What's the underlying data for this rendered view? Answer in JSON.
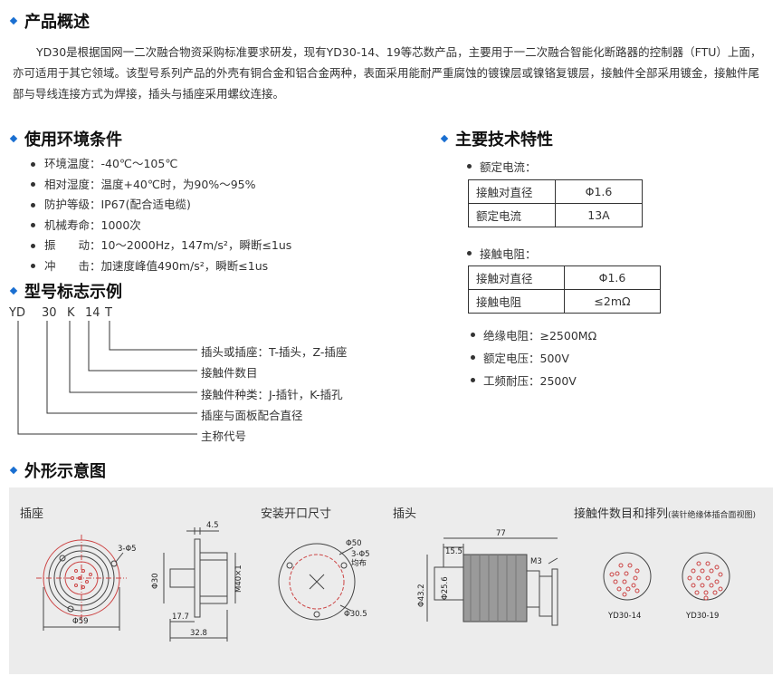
{
  "sections": {
    "overview": "产品概述",
    "environment": "使用环境条件",
    "model": "型号标志示例",
    "tech": "主要技术特性",
    "drawing": "外形示意图"
  },
  "intro": "YD30是根据国网一二次融合物资采购标准要求研发，现有YD30-14、19等芯数产品，主要用于一二次融合智能化断路器的控制器（FTU）上面，亦可适用于其它领域。该型号系列产品的外壳有铜合金和铝合金两种，表面采用能耐严重腐蚀的镀镍层或镍铬复镀层，接触件全部采用镀金，接触件尾部与导线连接方式为焊接，插头与插座采用螺纹连接。",
  "environment": [
    "环境温度：-40℃～105℃",
    "相对湿度：温度+40℃时，为90%～95%",
    "防护等级：IP67(配合适电缆)",
    "机械寿命：1000次",
    "振　　动：10～2000Hz，147m/s²，瞬断≤1us",
    "冲　　击：加速度峰值490m/s²，瞬断≤1us"
  ],
  "model_code": [
    "YD",
    "30",
    "K",
    "14",
    "T"
  ],
  "model_labels": [
    "插头或插座：T-插头，Z-插座",
    "接触件数目",
    "接触件种类：J-插针，K-插孔",
    "插座与面板配合直径",
    "主称代号"
  ],
  "tech": {
    "rated_current_label": "额定电流：",
    "table1": [
      [
        "接触对直径",
        "Φ1.6"
      ],
      [
        "额定电流",
        "13A"
      ]
    ],
    "contact_res_label": "接触电阻：",
    "table2": [
      [
        "接触对直径",
        "Φ1.6"
      ],
      [
        "接触电阻",
        "≤2mΩ"
      ]
    ],
    "others": [
      "绝缘电阻：≥2500MΩ",
      "额定电压：500V",
      "工频耐压：2500V"
    ]
  },
  "drawing": {
    "socket": "插座",
    "cutout": "安装开口尺寸",
    "plug": "插头",
    "layout": "接触件数目和排列",
    "layout_note": "(装针绝缘体插合面视图)",
    "dims": {
      "s_3phi5": "3-Φ5",
      "s_phi59": "Φ59",
      "s_4_5": "4.5",
      "s_phi30": "Φ30",
      "s_m40": "M40×1",
      "s_17_7": "17.7",
      "s_32_8": "32.8",
      "c_phi50": "Φ50",
      "c_3phi5": "3-Φ5",
      "c_even": "均布",
      "c_phi30_5": "Φ30.5",
      "p_77": "77",
      "p_15_5": "15.5",
      "p_m3": "M3",
      "p_phi43_2": "Φ43.2",
      "p_phi25_6": "Φ25.6"
    },
    "layout_14": "YD30-14",
    "layout_19": "YD30-19"
  }
}
